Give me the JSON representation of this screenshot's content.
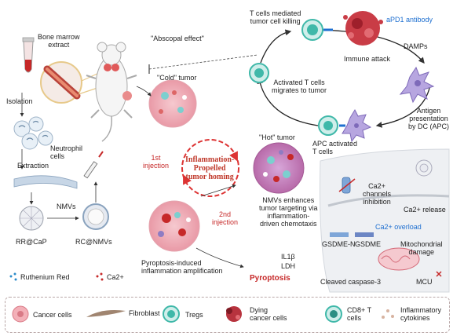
{
  "labels": {
    "bone_marrow": [
      "Bone marrow",
      "extract"
    ],
    "abscopal": "\"Abscopal effect\"",
    "t_cells_killing": [
      "T cells mediated",
      "tumor cell killing"
    ],
    "apd1": "aPD1 antibody",
    "damps": "DAMPs",
    "immune_attack": "Immune attack",
    "activated_t": [
      "Activated T cells",
      "migrates to tumor"
    ],
    "antigen": [
      "Antigen",
      "presentation",
      "by DC (APC)"
    ],
    "cold_tumor": "\"Cold\" tumor",
    "isolation": "Isolation",
    "neutrophil": [
      "Neutrophil",
      "cells"
    ],
    "extraction": "Extraction",
    "nmvs": "NMVs",
    "rr_cap": "RR@CaP",
    "rc_nmvs": "RC@NMVs",
    "first_injection": [
      "1st",
      "injection"
    ],
    "second_injection": [
      "2nd",
      "injection"
    ],
    "center_title": [
      "Inflammation-",
      "Propelled",
      "tumor homing"
    ],
    "hot_tumor": "\"Hot\" tumor",
    "apc_activated": [
      "APC activated",
      "T cells"
    ],
    "nmvs_enhance": [
      "NMVs enhances",
      "tumor targeting via",
      "inflammation-",
      "driven chemotaxis"
    ],
    "ca2_channels": [
      "Ca2+",
      "channels",
      "inhibition"
    ],
    "ca2_release": "Ca2+ release",
    "ca2_overload": "Ca2+ overload",
    "gsdme_n": "GSDME-N",
    "gsdme": "GSDME",
    "mito": [
      "Mitochondrial",
      "damage"
    ],
    "il1b": "IL1β",
    "ldh": "LDH",
    "pyroptosis": "Pyroptosis",
    "cleaved_casp": "Cleaved caspase-3",
    "mcu": "MCU",
    "pyro_amp": [
      "Pyroptosis-induced",
      "inflammation amplification"
    ],
    "ruthenium": "Ruthenium Red",
    "ca2": "Ca2+"
  },
  "legend": {
    "cancer_cells": "Cancer cells",
    "fibroblast": "Fibroblast",
    "tregs": "Tregs",
    "dying": [
      "Dying",
      "cancer cells"
    ],
    "cd8": [
      "CD8+ T",
      "cells"
    ],
    "cytokines": [
      "Inflammatory",
      "cytokines"
    ]
  },
  "colors": {
    "accent_red": "#c62828",
    "accent_blue": "#1e6fd0",
    "tumor_pink": "#f2b8c2",
    "teal": "#3fb8a9",
    "purple": "#8e7cc3"
  }
}
